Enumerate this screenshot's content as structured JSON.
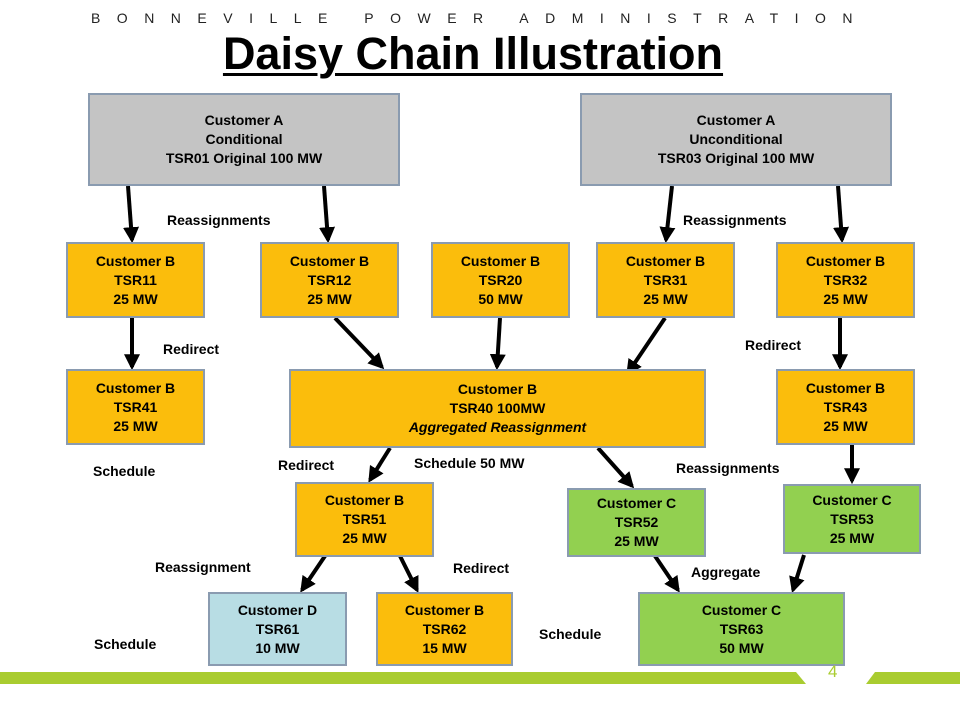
{
  "header": {
    "org_name": "BONNEVILLE POWER ADMINISTRATION",
    "title": "Daisy Chain Illustration"
  },
  "boxes": {
    "tsr01": {
      "lines": [
        "Customer A",
        "Conditional",
        "TSR01 Original 100 MW"
      ]
    },
    "tsr03": {
      "lines": [
        "Customer A",
        "Unconditional",
        "TSR03 Original 100 MW"
      ]
    },
    "tsr11": {
      "lines": [
        "Customer B",
        "TSR11",
        "25 MW"
      ]
    },
    "tsr12": {
      "lines": [
        "Customer B",
        "TSR12",
        "25 MW"
      ]
    },
    "tsr20": {
      "lines": [
        "Customer B",
        "TSR20",
        "50 MW"
      ]
    },
    "tsr31": {
      "lines": [
        "Customer B",
        "TSR31",
        "25 MW"
      ]
    },
    "tsr32": {
      "lines": [
        "Customer B",
        "TSR32",
        "25 MW"
      ]
    },
    "tsr41": {
      "lines": [
        "Customer B",
        "TSR41",
        "25 MW"
      ]
    },
    "tsr40": {
      "lines": [
        "Customer B",
        "TSR40 100MW",
        "Aggregated Reassignment"
      ]
    },
    "tsr43": {
      "lines": [
        "Customer B",
        "TSR43",
        "25 MW"
      ]
    },
    "tsr51": {
      "lines": [
        "Customer B",
        "TSR51",
        "25 MW"
      ]
    },
    "tsr52": {
      "lines": [
        "Customer C",
        "TSR52",
        "25 MW"
      ]
    },
    "tsr53": {
      "lines": [
        "Customer C",
        "TSR53",
        "25 MW"
      ]
    },
    "tsr61": {
      "lines": [
        "Customer D",
        "TSR61",
        "10 MW"
      ]
    },
    "tsr62": {
      "lines": [
        "Customer B",
        "TSR62",
        "15 MW"
      ]
    },
    "tsr63": {
      "lines": [
        "Customer C",
        "TSR63",
        "50 MW"
      ]
    }
  },
  "labels": {
    "reassignments_left": "Reassignments",
    "reassignments_right": "Reassignments",
    "redirect_left": "Redirect",
    "redirect_right": "Redirect",
    "schedule_tsr41": "Schedule",
    "redirect_tsr51": "Redirect",
    "schedule_50": "Schedule 50 MW",
    "reassignments_tsr53": "Reassignments",
    "reassignment_tsr61": "Reassignment",
    "redirect_tsr62": "Redirect",
    "aggregate": "Aggregate",
    "schedule_tsr61": "Schedule",
    "schedule_tsr63": "Schedule"
  },
  "colors": {
    "gray_box": "#c4c4c4",
    "gold_box": "#fbbd0c",
    "green_box": "#92d050",
    "blue_box": "#b8dde4",
    "footer_accent": "#a9cc30"
  },
  "footer": {
    "page_number": "4"
  }
}
